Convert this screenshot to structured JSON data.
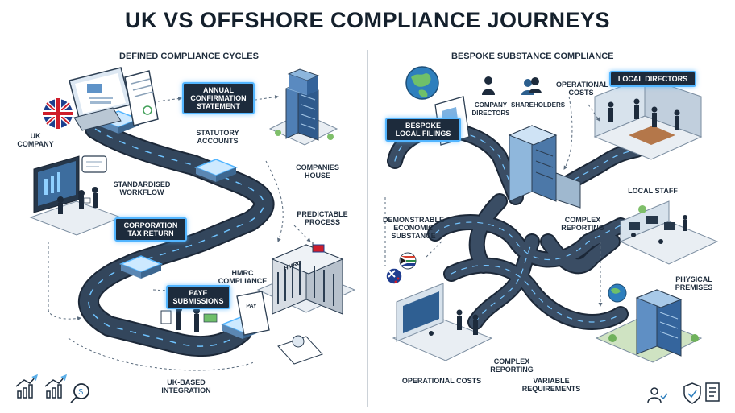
{
  "title": "UK VS OFFSHORE COMPLIANCE JOURNEYS",
  "left": {
    "heading": "DEFINED COMPLIANCE CYCLES",
    "uk_company": "UK\nCOMPANY",
    "annual_confirmation": "ANNUAL\nCONFIRMATION\nSTATEMENT",
    "statutory_accounts": "STATUTORY\nACCOUNTS",
    "companies_house": "COMPANIES\nHOUSE",
    "standardised_workflow": "STANDARDISED\nWORKFLOW",
    "predictable_process": "PREDICTABLE\nPROCESS",
    "corporation_tax": "CORPORATION\nTAX RETURN",
    "hmrc_compliance": "HMRC\nCOMPLIANCE",
    "hmrc_sign": "HMRC",
    "paye": "PAYE\nSUBMISSIONS",
    "pay_doc": "PAY",
    "uk_based_integration": "UK-BASED\nINTEGRATION"
  },
  "right": {
    "heading": "BESPOKE SUBSTANCE COMPLIANCE",
    "company_directors": "COMPANY\nDIRECTORS",
    "shareholders": "SHAREHOLDERS",
    "operational_costs_top": "OPERATIONAL\nCOSTS",
    "local_directors": "LOCAL DIRECTORS",
    "bespoke_local_filings": "BESPOKE\nLOCAL FILINGS",
    "local_staff": "LOCAL STAFF",
    "demonstrable": "DEMONSTRABLE\nECONOMIC\nSUBSTANCE",
    "complex_reporting_mid": "COMPLEX\nREPORTING",
    "physical_premises": "PHYSICAL\nPREMISES",
    "operational_costs_bottom": "OPERATIONAL COSTS",
    "complex_reporting_bottom": "COMPLEX\nREPORTING",
    "variable_requirements": "VARIABLE\nREQUIREMENTS"
  },
  "colors": {
    "road": "#26374a",
    "road_edge": "#3b4d63",
    "accent": "#52b5ff",
    "box_fill": "#1d2b3c",
    "building": "#3f6fa8",
    "ground": "#e9eef3",
    "grass": "#7fbf6a"
  },
  "icons": [
    "uk-flag-icon",
    "globe-icon",
    "bar-chart-icon",
    "magnifier-dollar-icon",
    "person-check-icon",
    "shield-check-icon",
    "document-icon",
    "south-africa-flag-icon",
    "new-zealand-flag-icon"
  ]
}
